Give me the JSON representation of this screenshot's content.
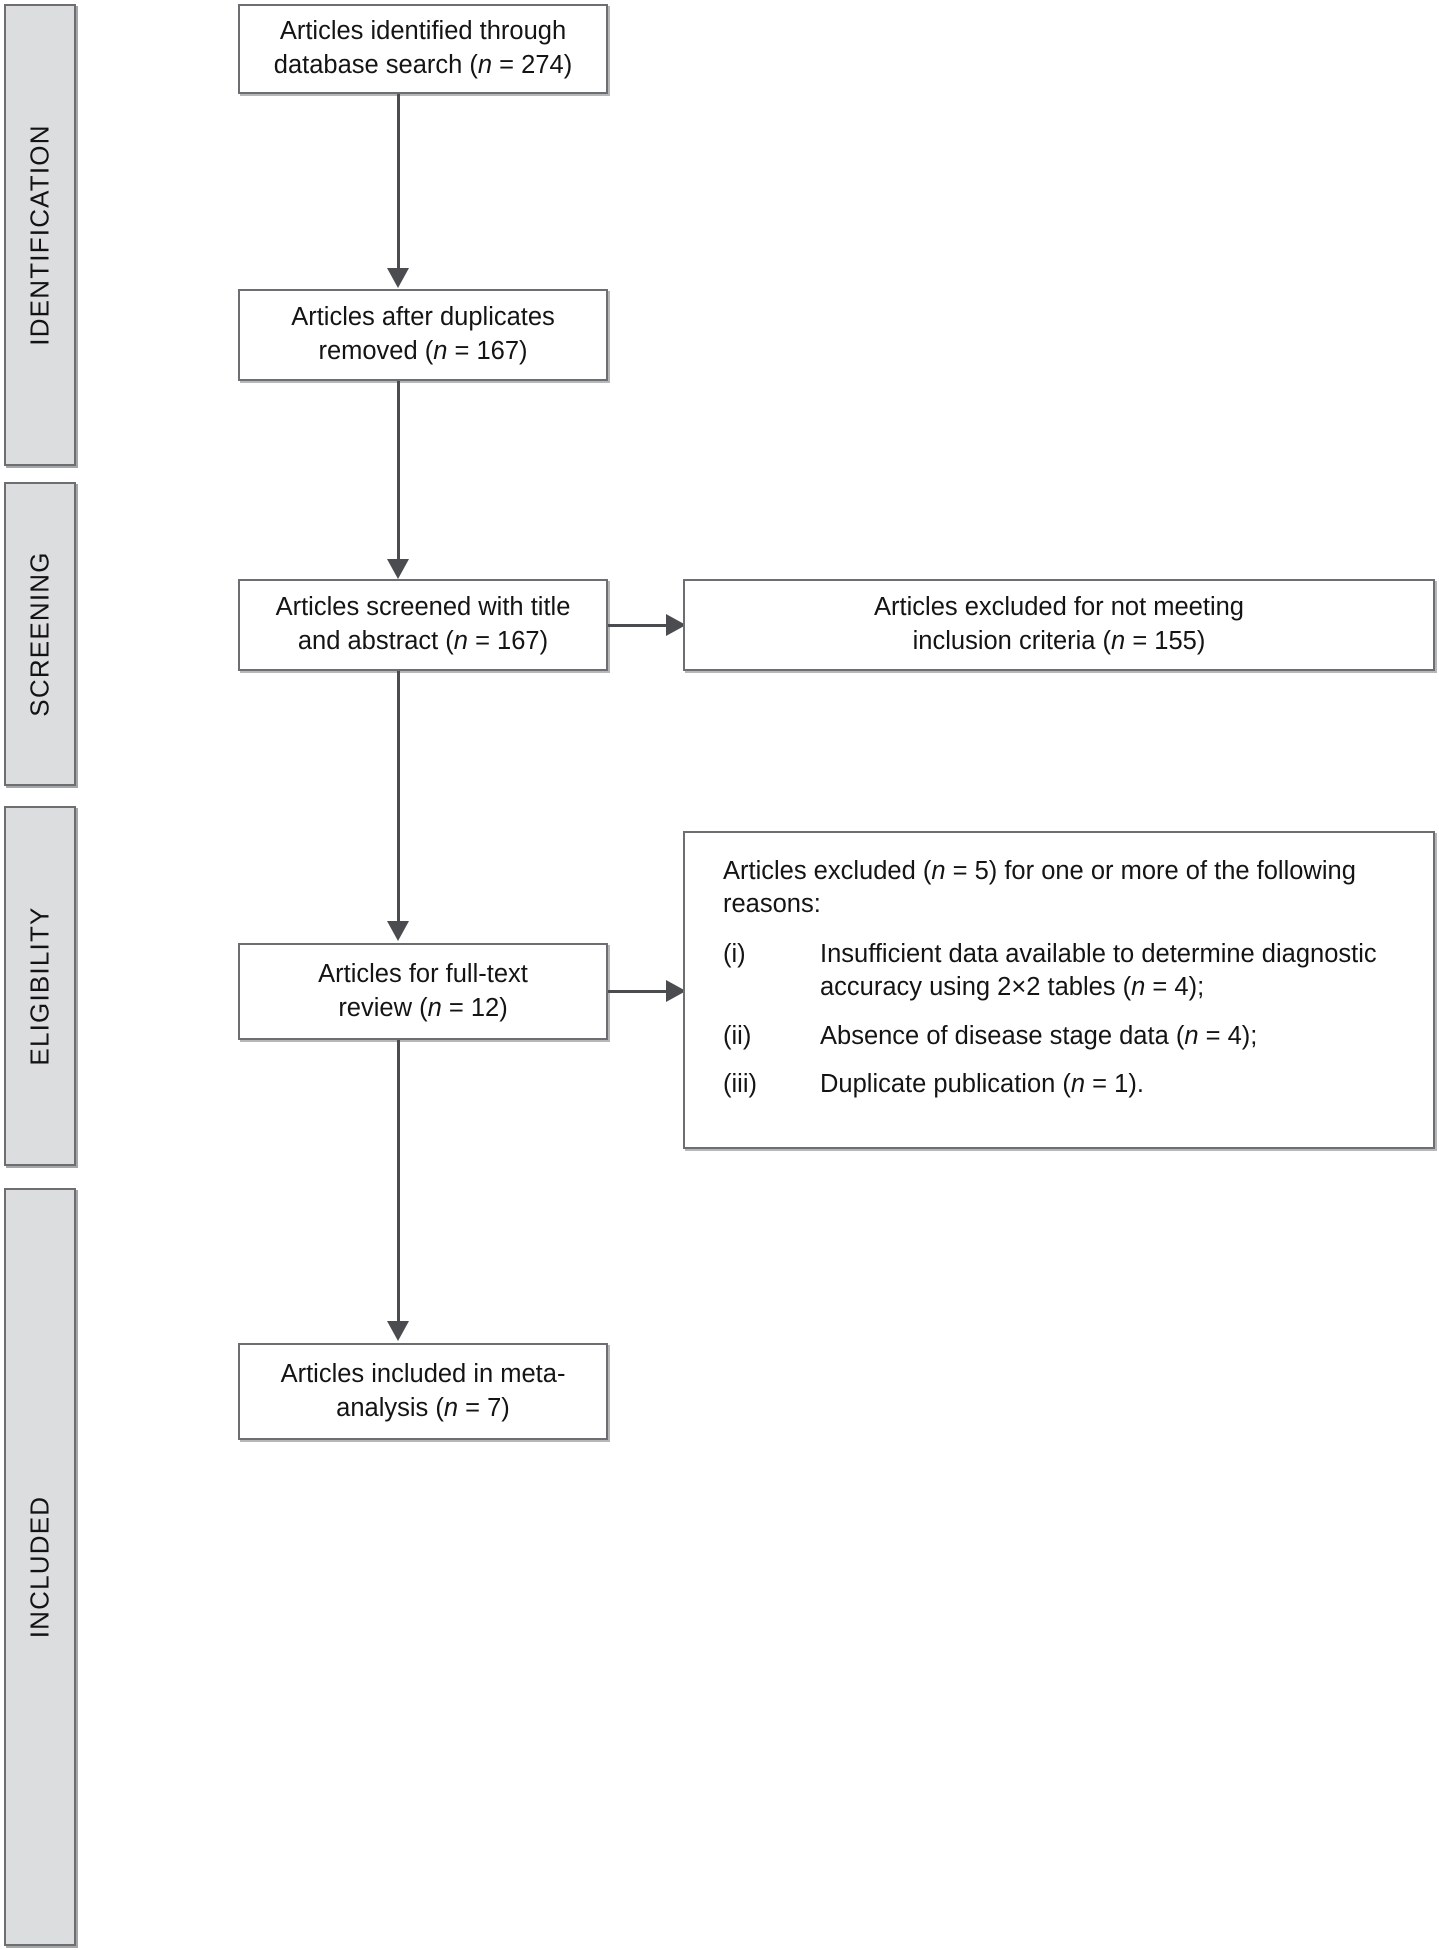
{
  "diagram": {
    "type": "prisma-flow-diagram",
    "stages": [
      {
        "id": "identification",
        "label": "IDENTIFICATION"
      },
      {
        "id": "screening",
        "label": "SCREENING"
      },
      {
        "id": "eligibility",
        "label": "ELIGIBILITY"
      },
      {
        "id": "included",
        "label": "INCLUDED"
      }
    ],
    "colors": {
      "stage_fill": "#dcdddf",
      "stage_border": "#6d6e71",
      "box_fill": "#ffffff",
      "box_border": "#6d6e71",
      "connector": "#4a4c4f",
      "text": "#141414",
      "page_background": "#ffffff"
    },
    "nodes": {
      "identified": {
        "line1": "Articles identified through",
        "line2_pre": "database search (",
        "line2_italic": "n",
        "line2_post": " = 274)",
        "count": 274
      },
      "after_duplicates": {
        "line1": "Articles after duplicates",
        "line2_pre": "removed (",
        "line2_italic": "n",
        "line2_post": " = 167)",
        "count": 167
      },
      "screened": {
        "line1": "Articles screened with title",
        "line2_pre": "and abstract (",
        "line2_italic": "n",
        "line2_post": " = 167)",
        "count": 167
      },
      "fulltext": {
        "line1": "Articles for full-text",
        "line2_pre": "review (",
        "line2_italic": "n",
        "line2_post": " = 12)",
        "count": 12
      },
      "included": {
        "line1": "Articles included in meta-",
        "line2_pre": "analysis (",
        "line2_italic": "n",
        "line2_post": " = 7)",
        "count": 7
      },
      "excluded_screening": {
        "line1": "Articles excluded for not meeting",
        "line2_pre": "inclusion criteria (",
        "line2_italic": "n",
        "line2_post": " = 155)",
        "count": 155
      },
      "excluded_eligibility": {
        "lead_pre": "Articles excluded (",
        "lead_italic": "n",
        "lead_post": " = 5) for one or more of the following reasons:",
        "count": 5,
        "reasons": [
          {
            "marker": "(i)",
            "text_pre": "Insufficient data available to determine diagnostic accuracy using 2×2 tables (",
            "text_italic": "n",
            "text_post": " = 4);",
            "count": 4
          },
          {
            "marker": "(ii)",
            "text_pre": "Absence of disease stage data (",
            "text_italic": "n",
            "text_post": " = 4);",
            "count": 4
          },
          {
            "marker": "(iii)",
            "text_pre": "Duplicate publication (",
            "text_italic": "n",
            "text_post": " = 1).",
            "count": 1
          }
        ]
      }
    }
  }
}
